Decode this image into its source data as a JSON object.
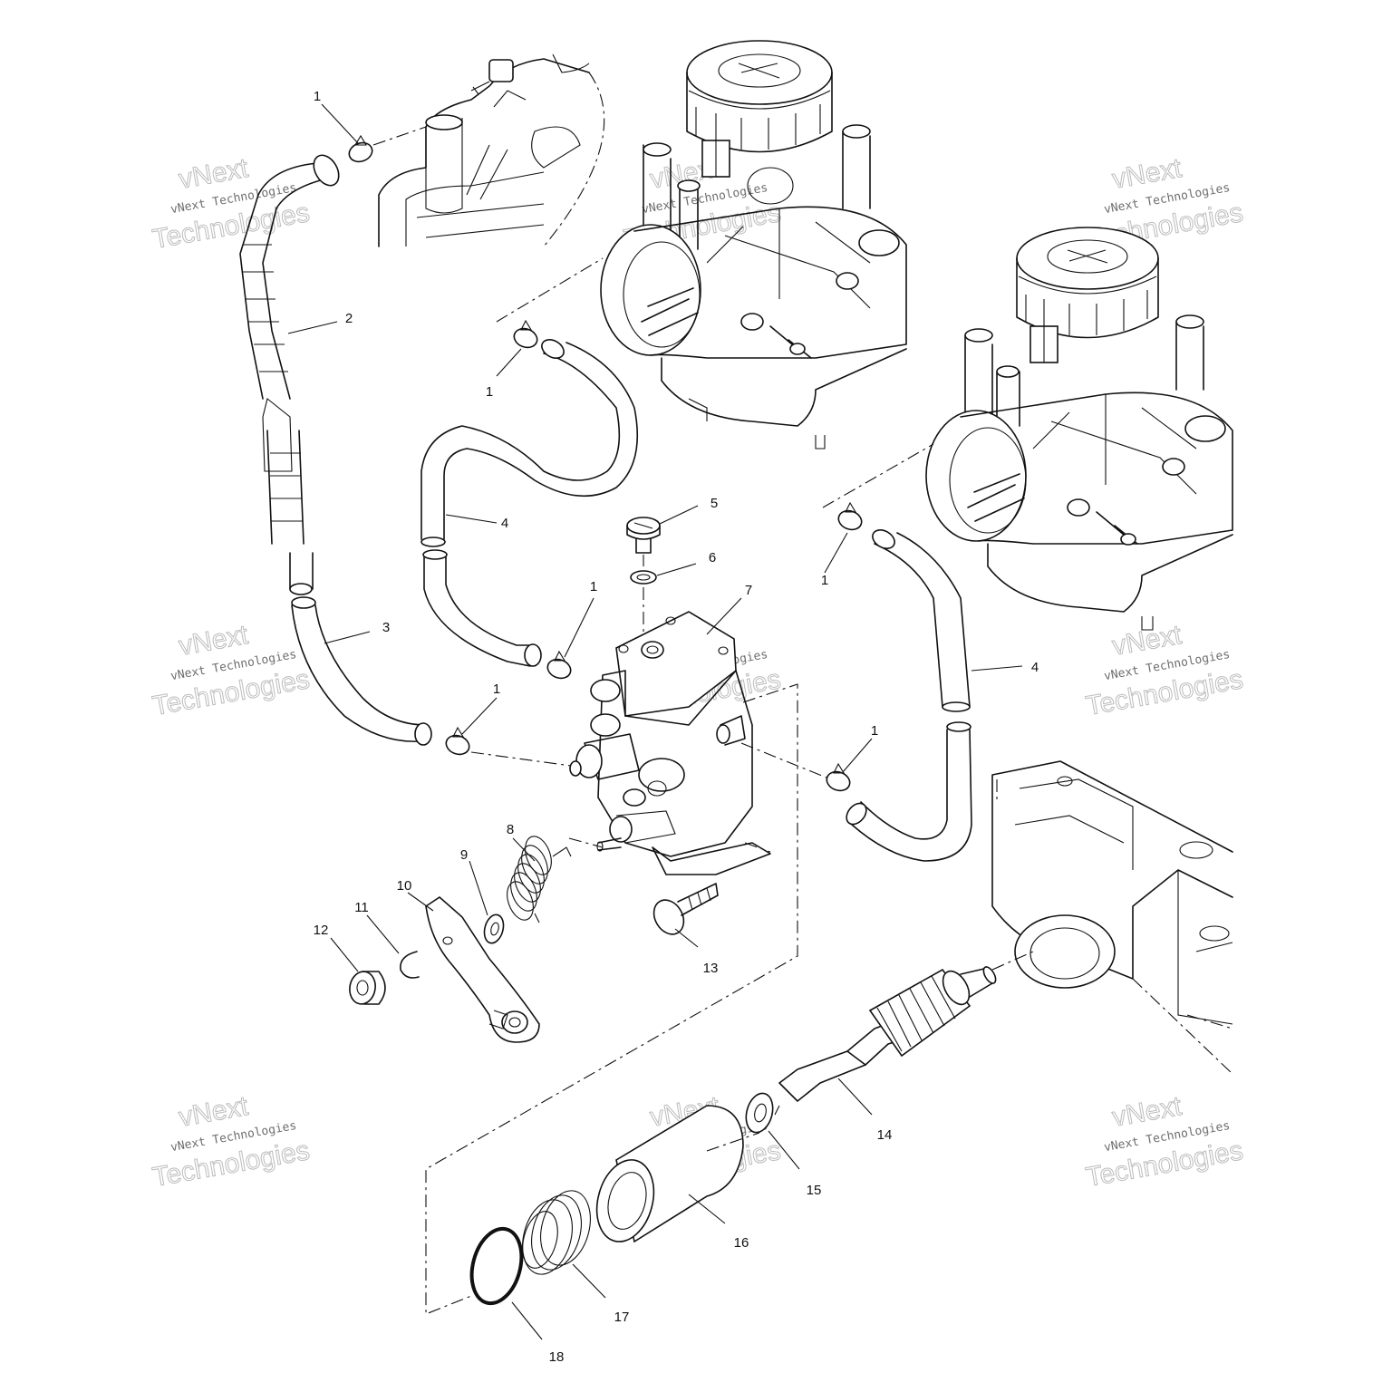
{
  "watermark": {
    "line1": "vNext",
    "line2": "vNext Technologies",
    "line3": "Technologies"
  },
  "callouts": [
    {
      "id": "c1a",
      "text": "1"
    },
    {
      "id": "c2",
      "text": "2"
    },
    {
      "id": "c1b",
      "text": "1"
    },
    {
      "id": "c4a",
      "text": "4"
    },
    {
      "id": "c5",
      "text": "5"
    },
    {
      "id": "c6",
      "text": "6"
    },
    {
      "id": "c1c",
      "text": "1"
    },
    {
      "id": "c7",
      "text": "7"
    },
    {
      "id": "c3",
      "text": "3"
    },
    {
      "id": "c1d",
      "text": "1"
    },
    {
      "id": "c1e",
      "text": "1"
    },
    {
      "id": "c4b",
      "text": "4"
    },
    {
      "id": "c1f",
      "text": "1"
    },
    {
      "id": "c8",
      "text": "8"
    },
    {
      "id": "c9",
      "text": "9"
    },
    {
      "id": "c10",
      "text": "10"
    },
    {
      "id": "c11",
      "text": "11"
    },
    {
      "id": "c12",
      "text": "12"
    },
    {
      "id": "c13",
      "text": "13"
    },
    {
      "id": "c14",
      "text": "14"
    },
    {
      "id": "c15",
      "text": "15"
    },
    {
      "id": "c16",
      "text": "16"
    },
    {
      "id": "c17",
      "text": "17"
    },
    {
      "id": "c18",
      "text": "18"
    }
  ]
}
